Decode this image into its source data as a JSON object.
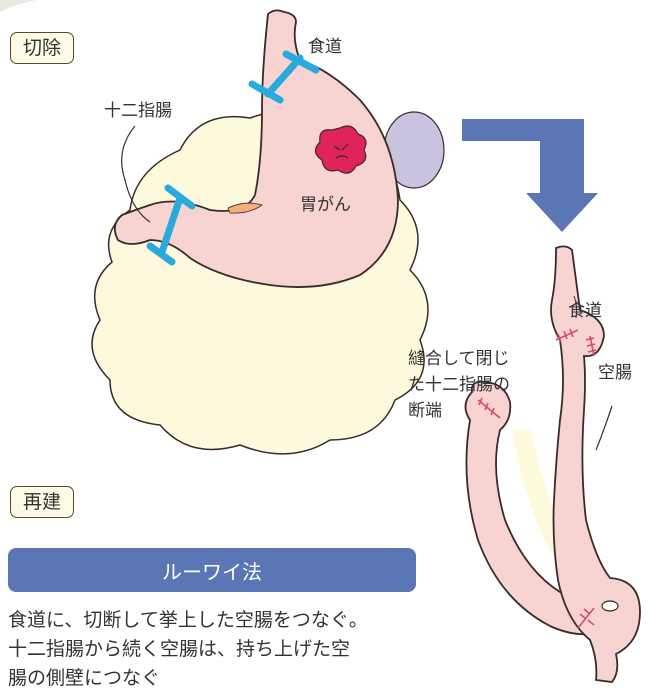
{
  "labels": {
    "excision": "切除",
    "esophagus_top": "食道",
    "duodenum": "十二指腸",
    "cancer": "胃がん",
    "esophagus_right": "食道",
    "closed_stump": [
      "縫合して閉じ",
      "た十二指腸の",
      "断端"
    ],
    "jejunum": "空腸",
    "reconstruction": "再建"
  },
  "method": {
    "title": "ルーワイ法"
  },
  "description": [
    "食道に、切断して挙上した空腸をつなぐ。",
    "十二指腸から続く空腸は、持ち上げた空",
    "腸の側壁につなぐ"
  ],
  "colors": {
    "organ_fill": "#f7d3d2",
    "organ_outline": "#3a2a2a",
    "fat_fill": "#fcf9dc",
    "spleen": "#c9c3e0",
    "tumor": "#e0245a",
    "clamp": "#2aa9dd",
    "arrow": "#5a76b4",
    "suture": "#d84a6a",
    "method_bar": "#5a76b4"
  }
}
